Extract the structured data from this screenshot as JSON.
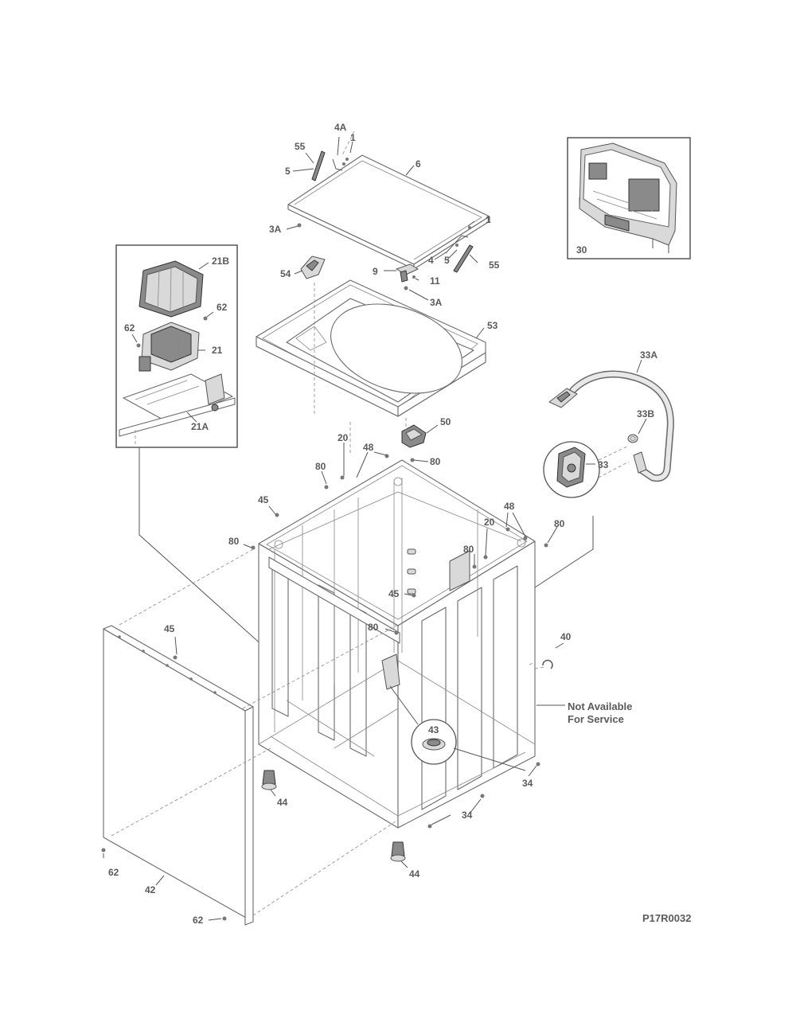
{
  "callouts": {
    "c55a": "55",
    "c4A": "4A",
    "c1a": "1",
    "c5a": "5",
    "c6": "6",
    "c3Aa": "3A",
    "c1b": "1",
    "c4b": "4",
    "c5b": "5",
    "c55b": "55",
    "c9": "9",
    "c11": "11",
    "c3Ab": "3A",
    "c54": "54",
    "c53": "53",
    "c30": "30",
    "c21B": "21B",
    "c62a": "62",
    "c62b": "62",
    "c21": "21",
    "c21A": "21A",
    "c33A": "33A",
    "c33B": "33B",
    "c33": "33",
    "c50": "50",
    "c20a": "20",
    "c48a": "48",
    "c80a": "80",
    "c80b": "80",
    "c45a": "45",
    "c80c": "80",
    "c48b": "48",
    "c20b": "20",
    "c80d": "80",
    "c80e": "80",
    "c45b": "45",
    "c80f": "80",
    "c45c": "45",
    "c40": "40",
    "c43": "43",
    "c44a": "44",
    "c34a": "34",
    "c34b": "34",
    "c44b": "44",
    "c62c": "62",
    "c42": "42",
    "c62d": "62"
  },
  "not_available_line1": "Not Available",
  "not_available_line2": "For Service",
  "diagram_code": "P17R0032"
}
